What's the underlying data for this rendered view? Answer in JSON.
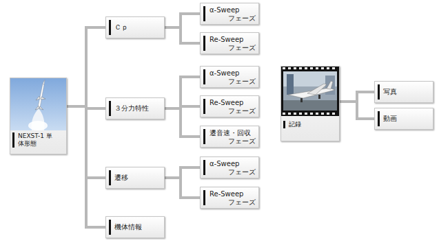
{
  "diagram": {
    "nodes": [
      {
        "text": [
          "NEXST-1 単体形態"
        ]
      },
      {
        "text": [
          "Ｃｐ"
        ]
      },
      {
        "text": [
          "α-Sweep",
          "フェーズ"
        ]
      },
      {
        "text": [
          "Re-Sweep",
          "フェーズ"
        ]
      },
      {
        "text": [
          "３分力特性"
        ]
      },
      {
        "text": [
          "α-Sweep",
          "フェーズ"
        ]
      },
      {
        "text": [
          "Re-Sweep",
          "フェーズ"
        ]
      },
      {
        "text": [
          "遷音速・回収",
          "フェーズ"
        ]
      },
      {
        "text": [
          "遷移"
        ]
      },
      {
        "text": [
          "α-Sweep",
          "フェーズ"
        ]
      },
      {
        "text": [
          "Re-Sweep",
          "フェーズ"
        ]
      },
      {
        "text": [
          "機体情報"
        ]
      },
      {
        "text": [
          "記録"
        ]
      },
      {
        "text": [
          "写真"
        ]
      },
      {
        "text": [
          "動画"
        ]
      }
    ],
    "edges": [
      {
        "from": 0,
        "to": 1,
        "arrow": "none"
      },
      {
        "from": 0,
        "to": 4,
        "arrow": "none"
      },
      {
        "from": 0,
        "to": 8,
        "arrow": "none"
      },
      {
        "from": 0,
        "to": 11,
        "arrow": "none"
      },
      {
        "from": 1,
        "to": 2,
        "arrow": "none"
      },
      {
        "from": 1,
        "to": 3,
        "arrow": "none"
      },
      {
        "from": 4,
        "to": 5,
        "arrow": "none"
      },
      {
        "from": 4,
        "to": 6,
        "arrow": "none"
      },
      {
        "from": 4,
        "to": 7,
        "arrow": "none"
      },
      {
        "from": 8,
        "to": 9,
        "arrow": "none"
      },
      {
        "from": 8,
        "to": 10,
        "arrow": "none"
      },
      {
        "from": 12,
        "to": 13,
        "arrow": "none"
      },
      {
        "from": 12,
        "to": 14,
        "arrow": "none"
      }
    ]
  }
}
